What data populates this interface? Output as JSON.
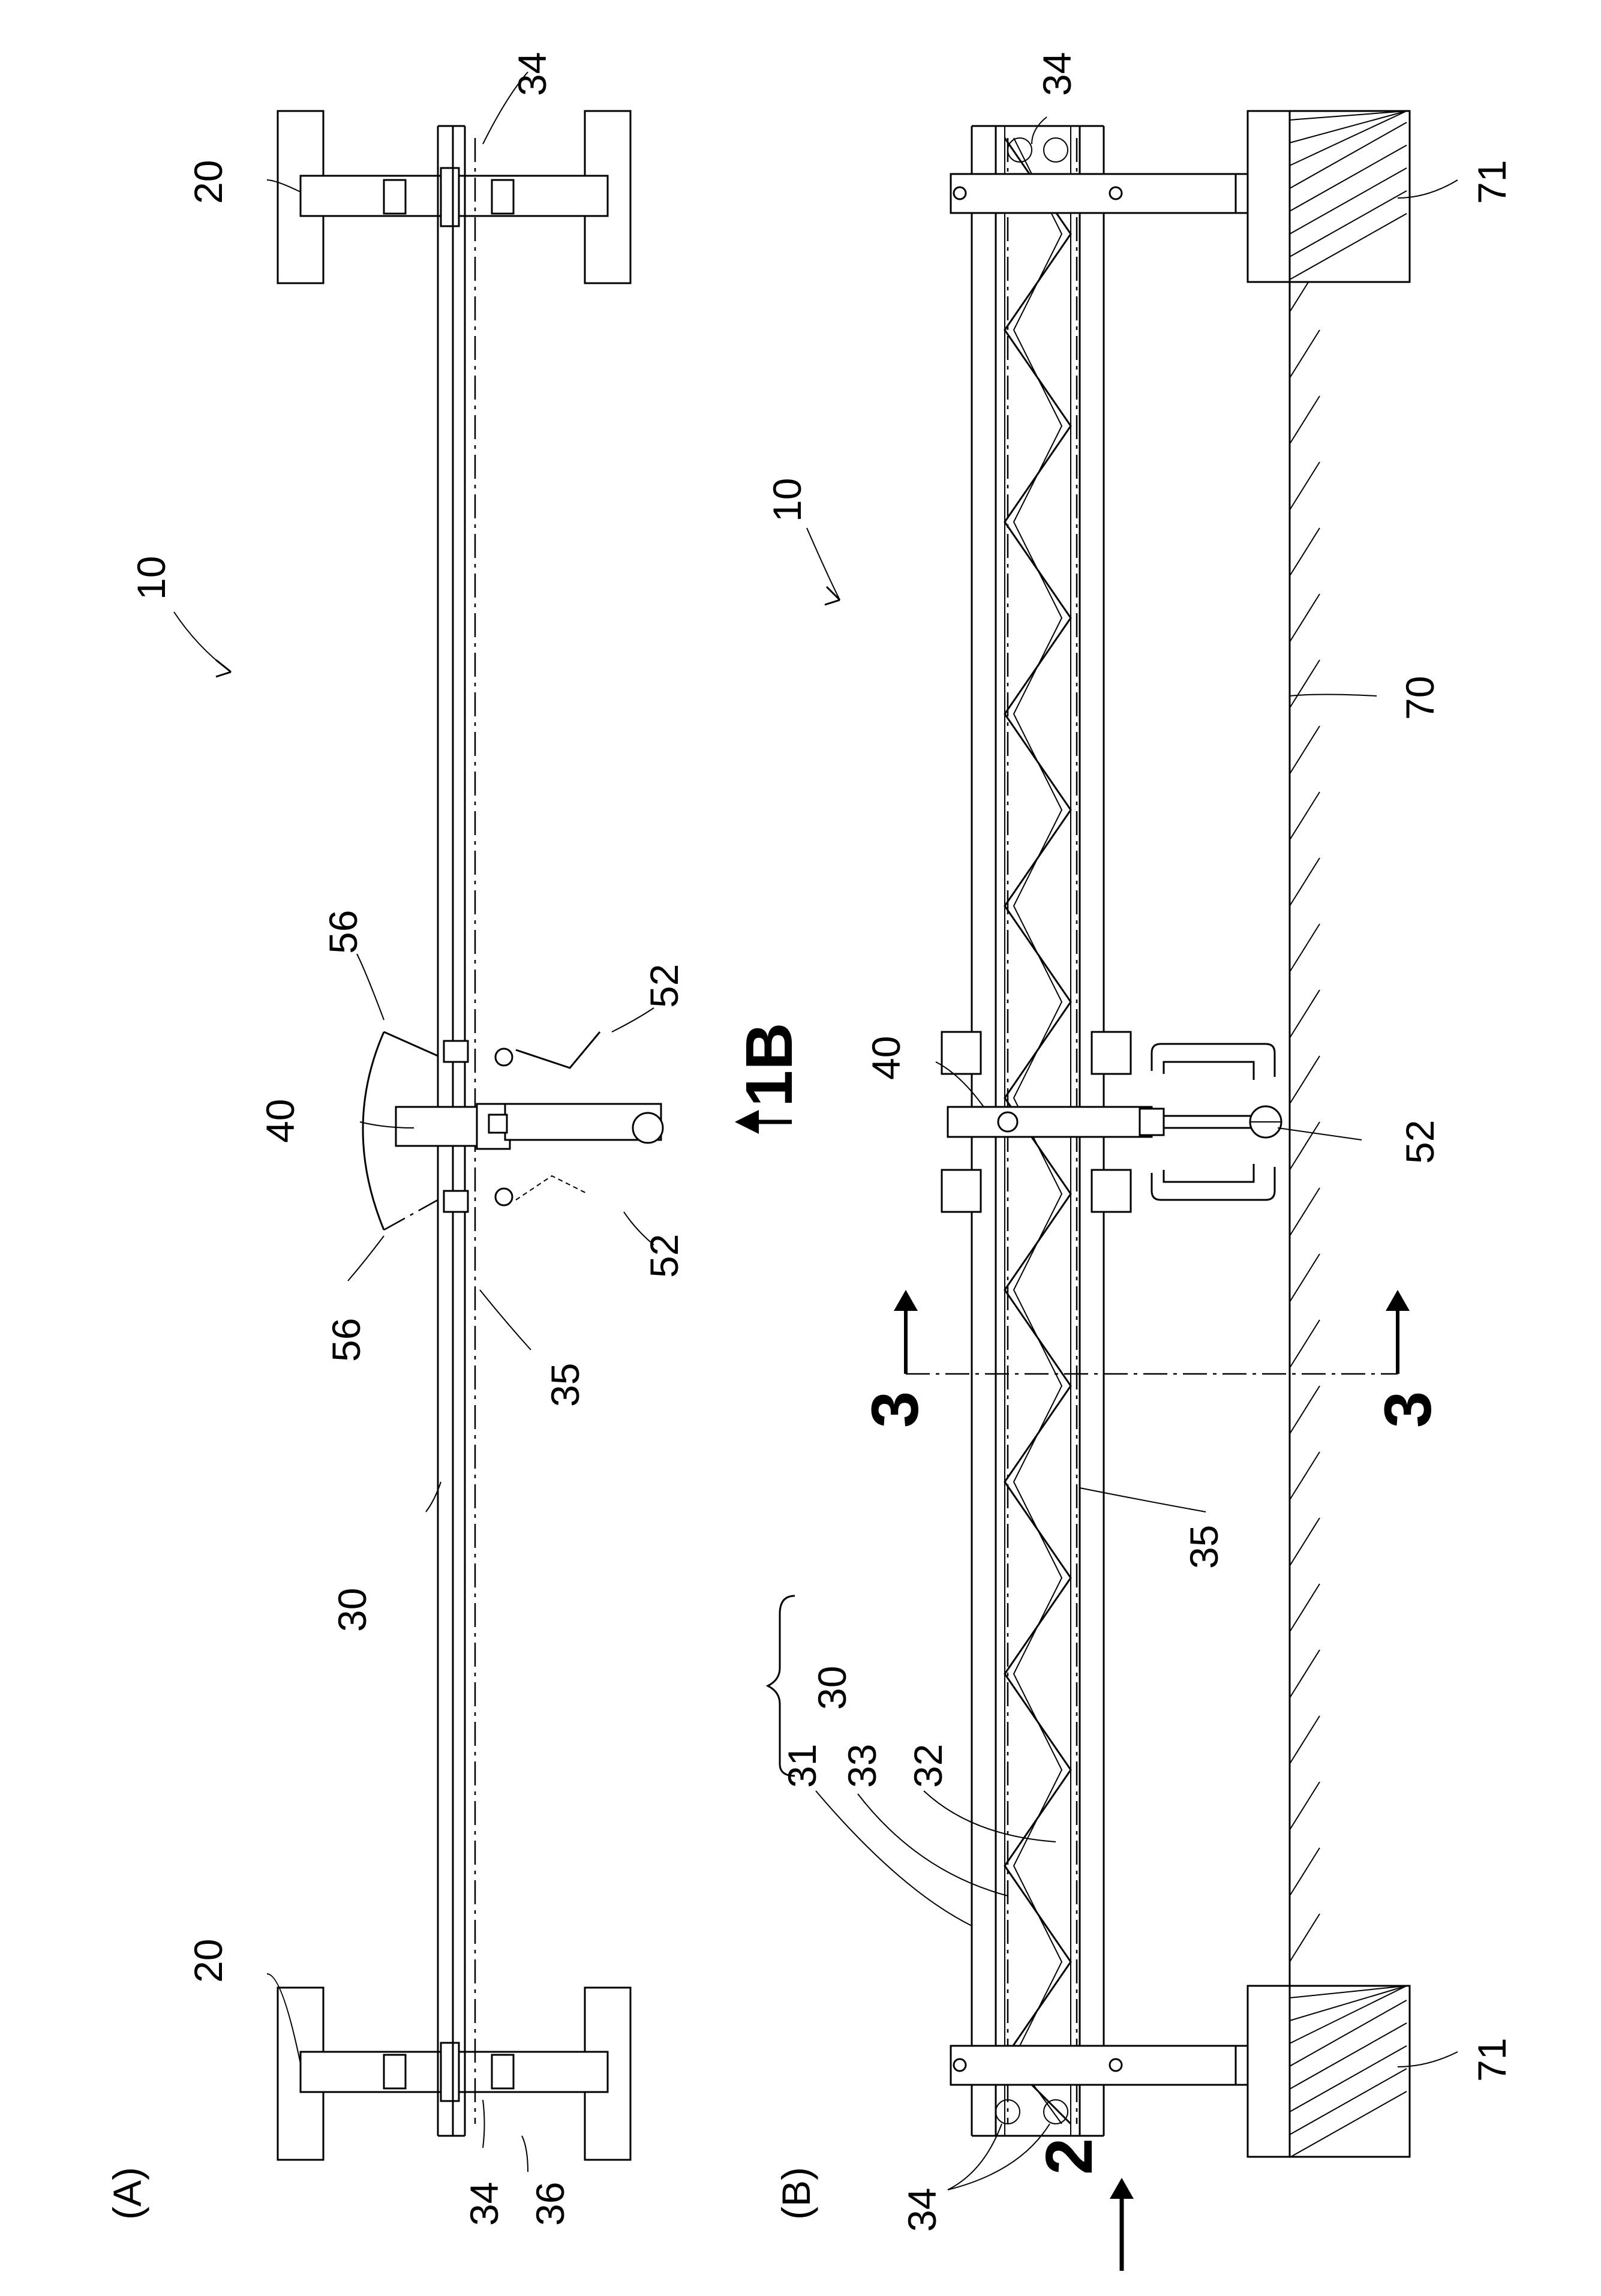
{
  "figure": {
    "panel_a": {
      "label": "(A)",
      "ref_assembly": "10",
      "ref_supports": [
        "20",
        "20"
      ],
      "ref_beam": "30",
      "ref_roller": "34",
      "ref_roller_b": "34",
      "ref_stop": "36",
      "ref_rail": "35",
      "ref_carriage": "40",
      "ref_arm": [
        "52",
        "52"
      ],
      "ref_shield": [
        "56",
        "56"
      ],
      "section_arrow": "1B"
    },
    "panel_b": {
      "label": "(B)",
      "ref_assembly": "10",
      "ref_beam_group": "30",
      "ref_beam_parts": [
        "31",
        "33",
        "32"
      ],
      "ref_rollers_top": "34",
      "ref_rollers_bottom": "34",
      "ref_rail": "35",
      "ref_carriage": "40",
      "ref_tool": "52",
      "ref_surface": "70",
      "ref_blocks": [
        "71",
        "71"
      ],
      "section_marks": [
        "3",
        "3"
      ],
      "view_arrow": "2"
    }
  }
}
